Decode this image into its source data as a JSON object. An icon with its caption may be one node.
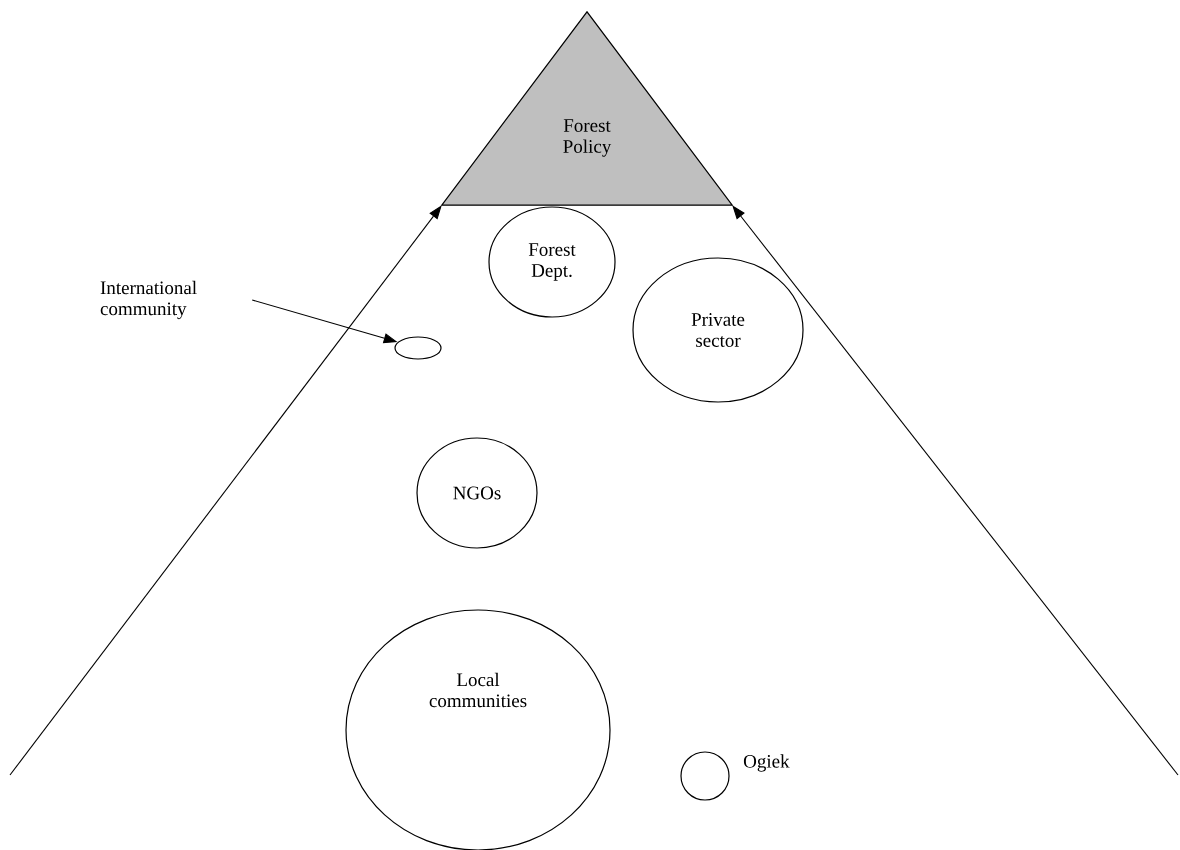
{
  "diagram": {
    "nodes": [
      {
        "text": [
          "Forest Policy"
        ]
      },
      {
        "text": [
          "Forest Dept."
        ]
      },
      {
        "text": [
          "Private sector"
        ]
      },
      {
        "text": [
          "International community"
        ]
      },
      {
        "text": [],
        "shape": "ellipse"
      },
      {
        "text": [
          "NGOs"
        ]
      },
      {
        "text": [
          "Local communities"
        ]
      },
      {
        "text": [],
        "shape": "circle",
        "beside": [
          "Ogiek"
        ]
      }
    ],
    "edges": [
      {
        "from": 3,
        "to": 4,
        "arrow": "to"
      },
      {
        "from": null,
        "to": 0,
        "arrow": "to"
      },
      {
        "from": null,
        "to": 0,
        "arrow": "to"
      }
    ]
  }
}
